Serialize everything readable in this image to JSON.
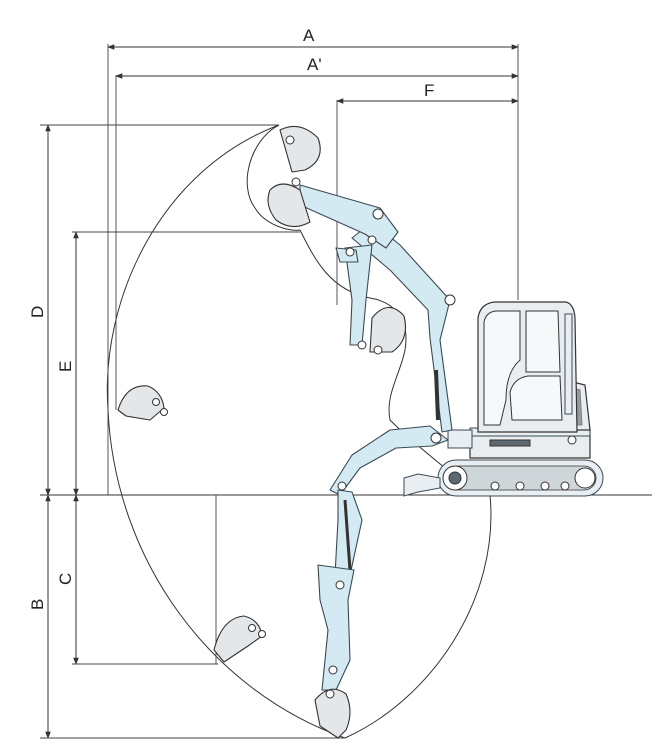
{
  "dimensions": {
    "a": "A",
    "a_prime": "A'",
    "f": "F",
    "d": "D",
    "e": "E",
    "b": "B",
    "c": "C"
  },
  "colors": {
    "boom": "#d4eaf2",
    "outline": "#333333",
    "cab": "#e9edf0"
  }
}
